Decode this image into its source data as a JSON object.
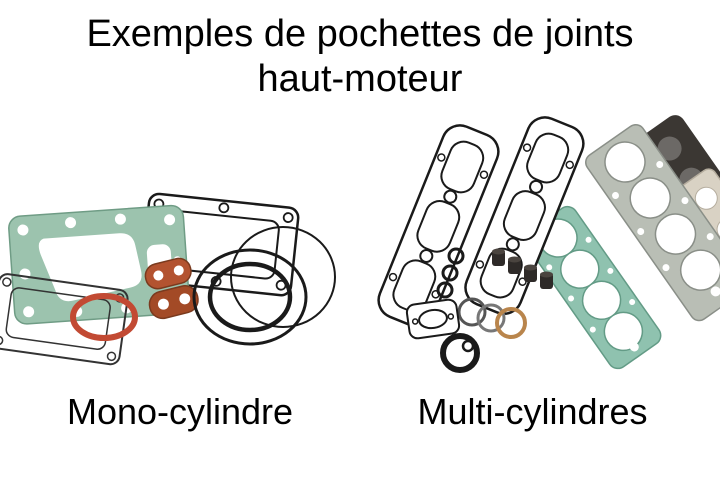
{
  "title": {
    "line1": "Exemples de pochettes de joints",
    "line2": "haut-moteur"
  },
  "captions": {
    "mono": "Mono-cylindre",
    "multi": "Multi-cylindres"
  },
  "colors": {
    "background": "#ffffff",
    "text": "#000000",
    "gasket_green": "#9cc3ae",
    "gasket_green_edge": "#6f9c85",
    "gasket_teal": "#8fc2af",
    "gasket_teal_edge": "#639b86",
    "gasket_gray": "#b9beb5",
    "gasket_gray_edge": "#8a8f88",
    "gasket_dark": "#3b3733",
    "gasket_cream": "#d9d2c4",
    "gasket_cream_edge": "#b5ad9e",
    "gasket_orange": "#b35330",
    "gasket_orange_dark": "#a34a26",
    "gasket_orange_edge": "#7a3a1e",
    "ring_red": "#c24a33",
    "outline_black": "#1a1a1a",
    "washer_tan": "#b9854c",
    "seal_dark": "#2e2a28",
    "seal_top": "#4a443f"
  }
}
